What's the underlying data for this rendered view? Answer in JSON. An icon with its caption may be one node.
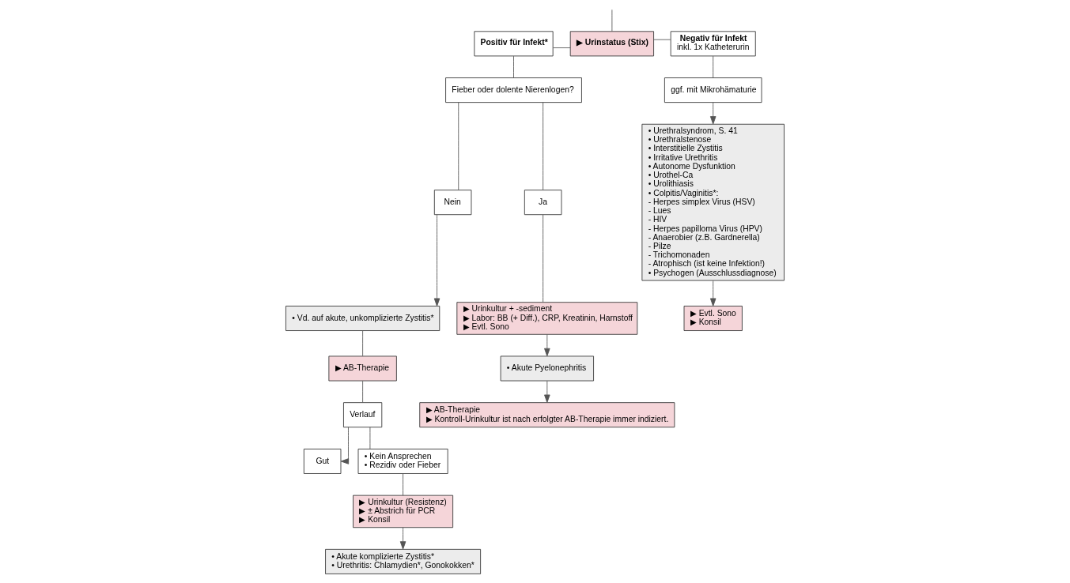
{
  "diagram": {
    "nodes": [
      {
        "text": [
          "Positiv für Infekt*"
        ]
      },
      {
        "text": [
          "▶ Urinstatus (Stix)"
        ]
      },
      {
        "text": [
          "Negativ für Infekt",
          "inkl. 1x Katheterurin"
        ]
      },
      {
        "text": [
          "Fieber oder dolente Nierenlogen?"
        ]
      },
      {
        "text": [
          "ggf. mit Mikrohämaturie"
        ]
      },
      {
        "text": [
          "Nein"
        ]
      },
      {
        "text": [
          "Ja"
        ]
      },
      {
        "text": [
          "• Vd. auf akute, unkomplizierte Zystitis*"
        ]
      },
      {
        "text": [
          "▶ Urinkultur + -sediment",
          "▶ Labor: BB (+ Diff.), CRP, Kreatinin, Harnstoff",
          "▶ Evtl. Sono"
        ]
      },
      {
        "text": [
          "• Urethralsyndrom, S. 41",
          "• Urethralstenose",
          "• Interstitielle Zystitis",
          "• Irritative Urethritis",
          "• Autonome Dysfunktion",
          "• Urothel-Ca",
          "• Urolithiasis",
          "• Colpitis/Vaginitis*:",
          "- Herpes simplex Virus (HSV)",
          "- Lues",
          "- HIV",
          "- Herpes papilloma Virus (HPV)",
          "- Anaerobier (z.B. Gardnerella)",
          "- Pilze",
          "- Trichomonaden",
          "- Atrophisch (ist keine Infektion!)",
          "• Psychogen (Ausschlussdiagnose)"
        ]
      },
      {
        "text": [
          "▶ AB-Therapie"
        ]
      },
      {
        "text": [
          "• Akute Pyelonephritis"
        ]
      },
      {
        "text": [
          "Verlauf"
        ]
      },
      {
        "text": [
          "Gut"
        ]
      },
      {
        "text": [
          "• Kein Ansprechen",
          "• Rezidiv oder Fieber"
        ]
      },
      {
        "text": [
          "▶ AB-Therapie",
          "▶ Kontroll-Urinkultur ist nach erfolgter AB-Therapie immer indiziert."
        ]
      },
      {
        "text": [
          "▶ Urinkultur (Resistenz)",
          "▶ ± Abstrich für PCR",
          "▶ Konsil"
        ]
      },
      {
        "text": [
          "• Akute komplizierte Zystitis*",
          "• Urethritis: Chlamydien*, Gonokokken*"
        ]
      },
      {
        "text": [
          "▶ Evtl. Sono",
          "▶ Konsil"
        ]
      }
    ],
    "edges": [
      {
        "from": null,
        "to": 1,
        "arrow": "none"
      },
      {
        "from": 1,
        "to": 0,
        "arrow": "none"
      },
      {
        "from": 1,
        "to": 2,
        "arrow": "none"
      },
      {
        "from": 0,
        "to": 3,
        "arrow": "none"
      },
      {
        "from": 3,
        "to": 5,
        "arrow": "none"
      },
      {
        "from": 3,
        "to": 6,
        "arrow": "none"
      },
      {
        "from": 2,
        "to": 4,
        "arrow": "none"
      },
      {
        "from": 4,
        "to": 9,
        "arrow": "to"
      },
      {
        "from": 5,
        "to": 7,
        "arrow": "to"
      },
      {
        "from": 6,
        "to": 8,
        "arrow": "none"
      },
      {
        "from": 7,
        "to": 10,
        "arrow": "none"
      },
      {
        "from": 8,
        "to": 11,
        "arrow": "to"
      },
      {
        "from": 10,
        "to": 12,
        "arrow": "none"
      },
      {
        "from": 11,
        "to": 15,
        "arrow": "to"
      },
      {
        "from": 12,
        "to": 13,
        "arrow": "to"
      },
      {
        "from": 12,
        "to": 14,
        "arrow": "none"
      },
      {
        "from": 14,
        "to": 16,
        "arrow": "none"
      },
      {
        "from": 16,
        "to": 17,
        "arrow": "to"
      },
      {
        "from": 9,
        "to": 18,
        "arrow": "to"
      }
    ]
  }
}
